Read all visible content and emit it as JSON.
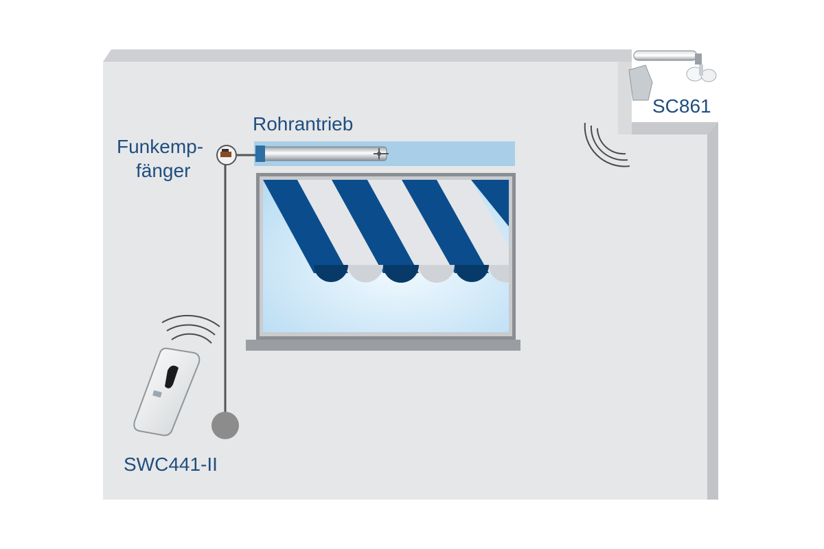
{
  "labels": {
    "motor": "Rohrantrieb",
    "receiver_line1": "Funkemp-",
    "receiver_line2": "fänger",
    "sensor": "SC861",
    "remote": "SWC441-II"
  },
  "colors": {
    "label_text": "#1f4e7f",
    "wall": "#e6e7e9",
    "wall_edge": "#c2c3c6",
    "awning_blue": "#0b4d8c",
    "awning_white": "#e3e5e8",
    "sky_light": "#eef7ff",
    "sky_blue": "#b8dcf3",
    "tube_band": "#a9cfe8",
    "wire": "#555555",
    "ground_dot": "#8c8c8c"
  },
  "icons": [
    "motor-tube-icon",
    "receiver-icon",
    "sun-wind-sensor-icon",
    "remote-control-icon",
    "radio-waves-icon"
  ]
}
